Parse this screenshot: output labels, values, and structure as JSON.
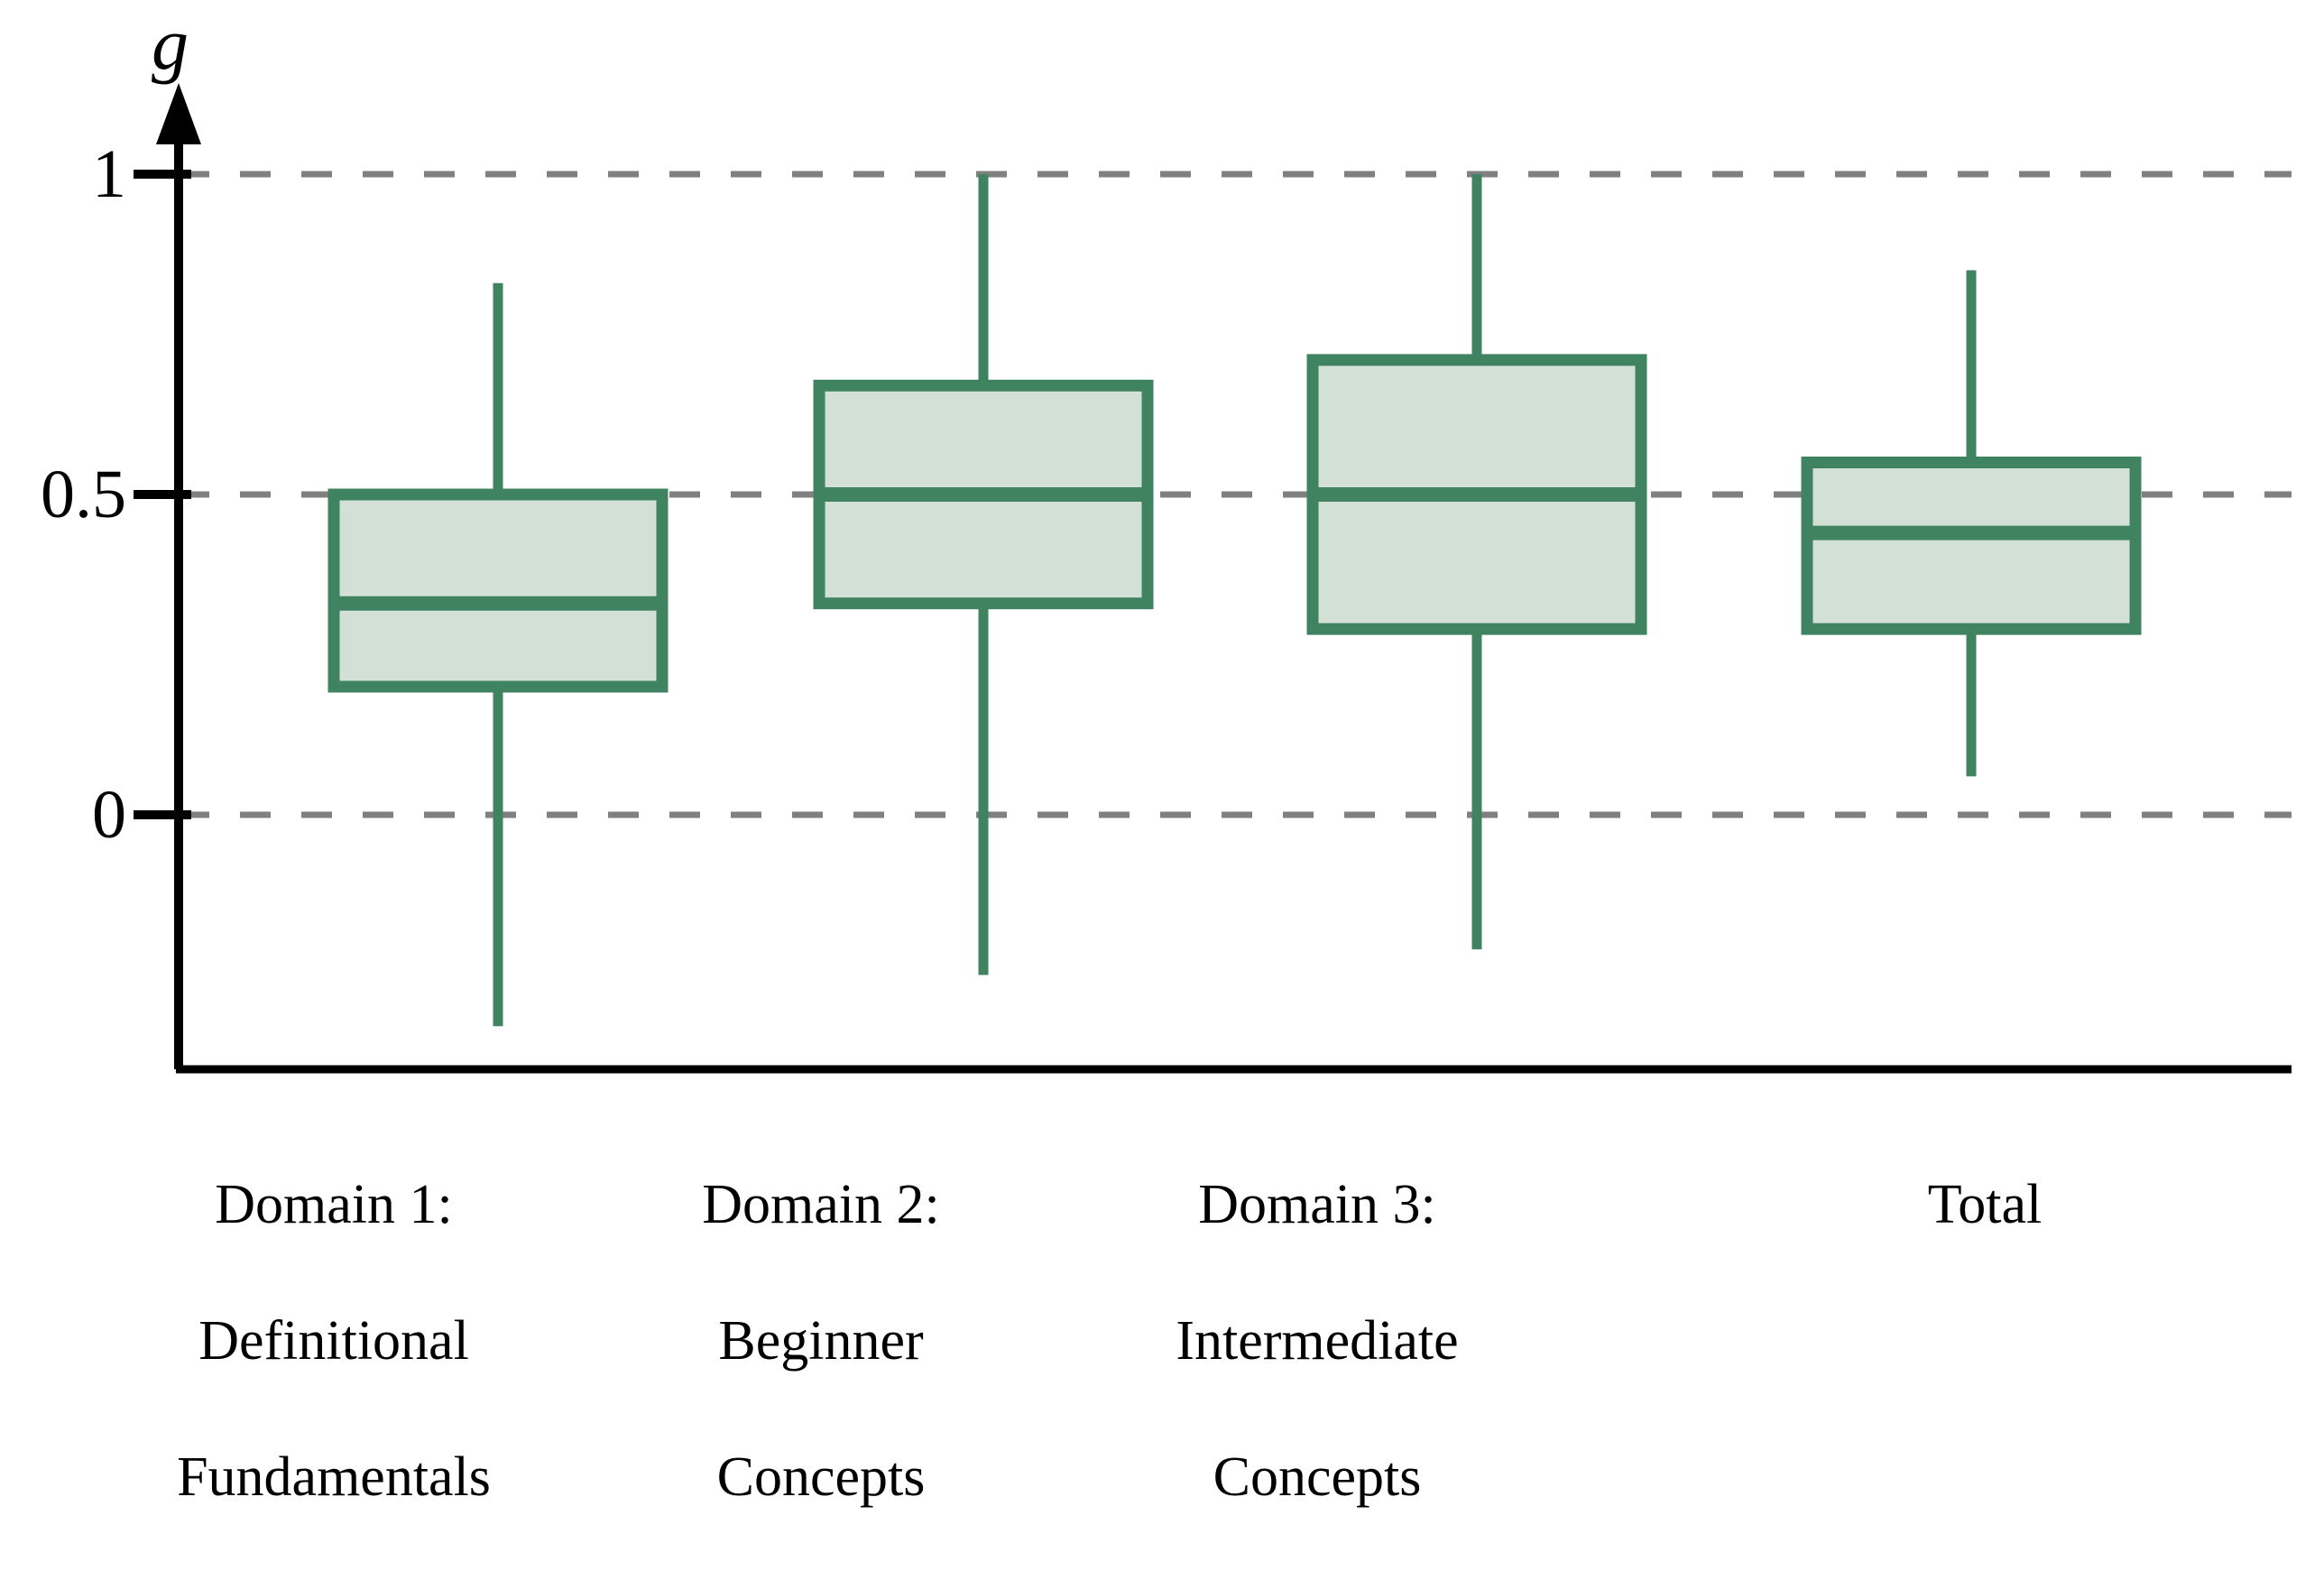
{
  "chart_data": {
    "type": "box",
    "title": "",
    "xlabel": "",
    "ylabel": "g",
    "ylim": [
      -0.45,
      1.12
    ],
    "yticks": [
      1,
      0.5,
      0
    ],
    "ytick_labels": [
      "1",
      "0.5",
      "0"
    ],
    "grid": "horizontal dashed gridlines at y = 1, 0.5, 0",
    "legend": "none",
    "categories": [
      "Domain 1:\nDefinitional\nFundamentals",
      "Domain 2:\nBeginner\nConcepts",
      "Domain 3:\nIntermediate\nConcepts",
      "Total"
    ],
    "boxes": [
      {
        "name": "Domain 1: Definitional Fundamentals",
        "whisker_low": -0.33,
        "q1": 0.2,
        "median": 0.33,
        "q3": 0.5,
        "whisker_high": 0.83
      },
      {
        "name": "Domain 2: Beginner Concepts",
        "whisker_low": -0.25,
        "q1": 0.33,
        "median": 0.5,
        "q3": 0.67,
        "whisker_high": 1.0
      },
      {
        "name": "Domain 3: Intermediate Concepts",
        "whisker_low": -0.21,
        "q1": 0.29,
        "median": 0.5,
        "q3": 0.71,
        "whisker_high": 1.0
      },
      {
        "name": "Total",
        "whisker_low": 0.06,
        "q1": 0.29,
        "median": 0.44,
        "q3": 0.55,
        "whisker_high": 0.85
      }
    ],
    "colors": {
      "box_fill": "#d2e0d6",
      "box_stroke": "#3f8361",
      "median_stroke": "#3f8361",
      "whisker_stroke": "#3f8361",
      "gridline": "#808080",
      "axis": "#000000"
    }
  },
  "axis": {
    "y_title": "g",
    "tick_labels": [
      "1",
      "0.5",
      "0"
    ]
  },
  "x_categories": [
    {
      "line1": "Domain 1:",
      "line2": "Definitional",
      "line3": "Fundamentals"
    },
    {
      "line1": "Domain 2:",
      "line2": "Beginner",
      "line3": "Concepts"
    },
    {
      "line1": "Domain 3:",
      "line2": "Intermediate",
      "line3": "Concepts"
    },
    {
      "line1": "Total",
      "line2": "",
      "line3": ""
    }
  ]
}
